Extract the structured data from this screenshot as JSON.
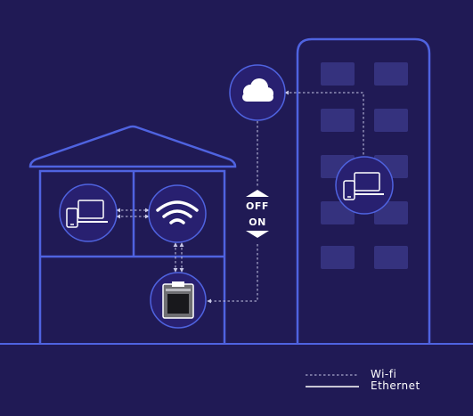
{
  "toggle": {
    "off_label": "OFF",
    "on_label": "ON"
  },
  "legend": {
    "wifi_label": "Wi-fi",
    "ethernet_label": "Ethernet"
  },
  "colors": {
    "background": "#201a55",
    "outline": "#4f63e0",
    "building_window": "#35327e",
    "node_fill": "#282070",
    "icon": "#ffffff",
    "connector": "#c8c8e6"
  },
  "icons": {
    "cloud": "cloud-icon",
    "home_devices": "devices-icon",
    "router": "wifi-icon",
    "printer": "printer-icon",
    "office_devices": "devices-icon",
    "toggle_up": "triangle-up-icon",
    "toggle_down": "triangle-down-icon"
  }
}
